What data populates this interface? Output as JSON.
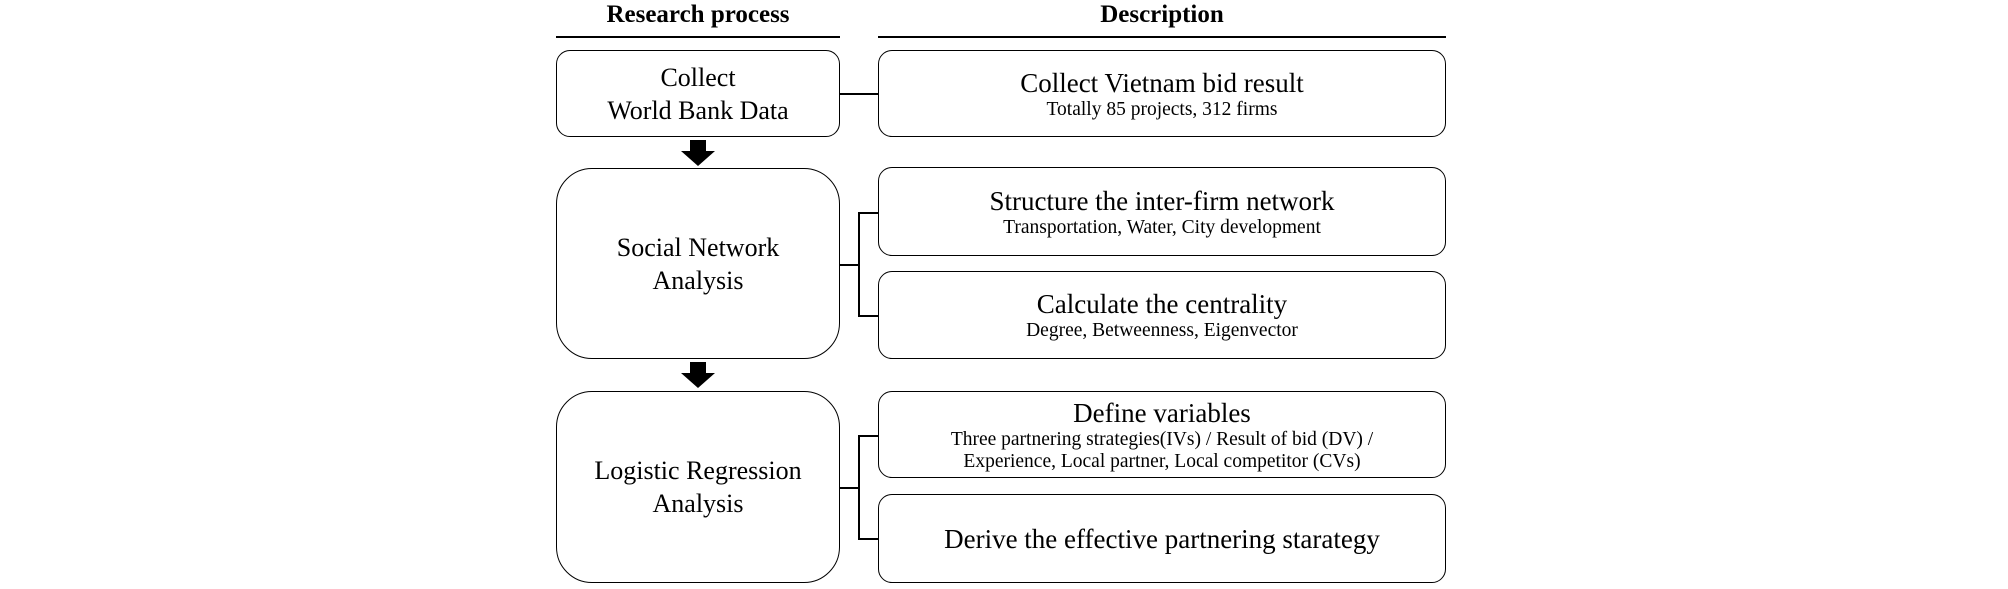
{
  "headers": {
    "process": "Research process",
    "description": "Description"
  },
  "process": [
    {
      "lines": [
        "Collect",
        "World Bank Data"
      ]
    },
    {
      "lines": [
        "Social Network",
        "Analysis"
      ]
    },
    {
      "lines": [
        "Logistic Regression",
        "Analysis"
      ]
    }
  ],
  "description": [
    {
      "title": "Collect Vietnam bid result",
      "sub": [
        "Totally 85 projects, 312 firms"
      ]
    },
    {
      "title": "Structure the inter-firm network",
      "sub": [
        "Transportation, Water, City development"
      ]
    },
    {
      "title": "Calculate the centrality",
      "sub": [
        "Degree, Betweenness, Eigenvector"
      ]
    },
    {
      "title": "Define variables",
      "sub": [
        "Three partnering strategies(IVs) / Result of bid (DV) /",
        "Experience, Local partner, Local competitor (CVs)"
      ]
    },
    {
      "title": "Derive the effective partnering starategy",
      "sub": []
    }
  ]
}
